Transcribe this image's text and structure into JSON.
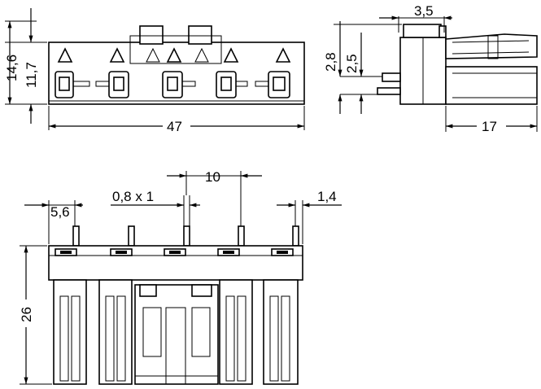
{
  "drawing": {
    "dimensions": {
      "front_total_height": "14,6",
      "front_body_height": "11,7",
      "front_width": "47",
      "side_top_width": "3,5",
      "side_height_a": "2,8",
      "side_height_b": "2,5",
      "side_depth": "17",
      "bottom_edge_offset": "5,6",
      "pin_size": "0,8 x 1",
      "pin_pitch": "10",
      "pin_offset": "1,4",
      "bottom_height": "26"
    }
  }
}
